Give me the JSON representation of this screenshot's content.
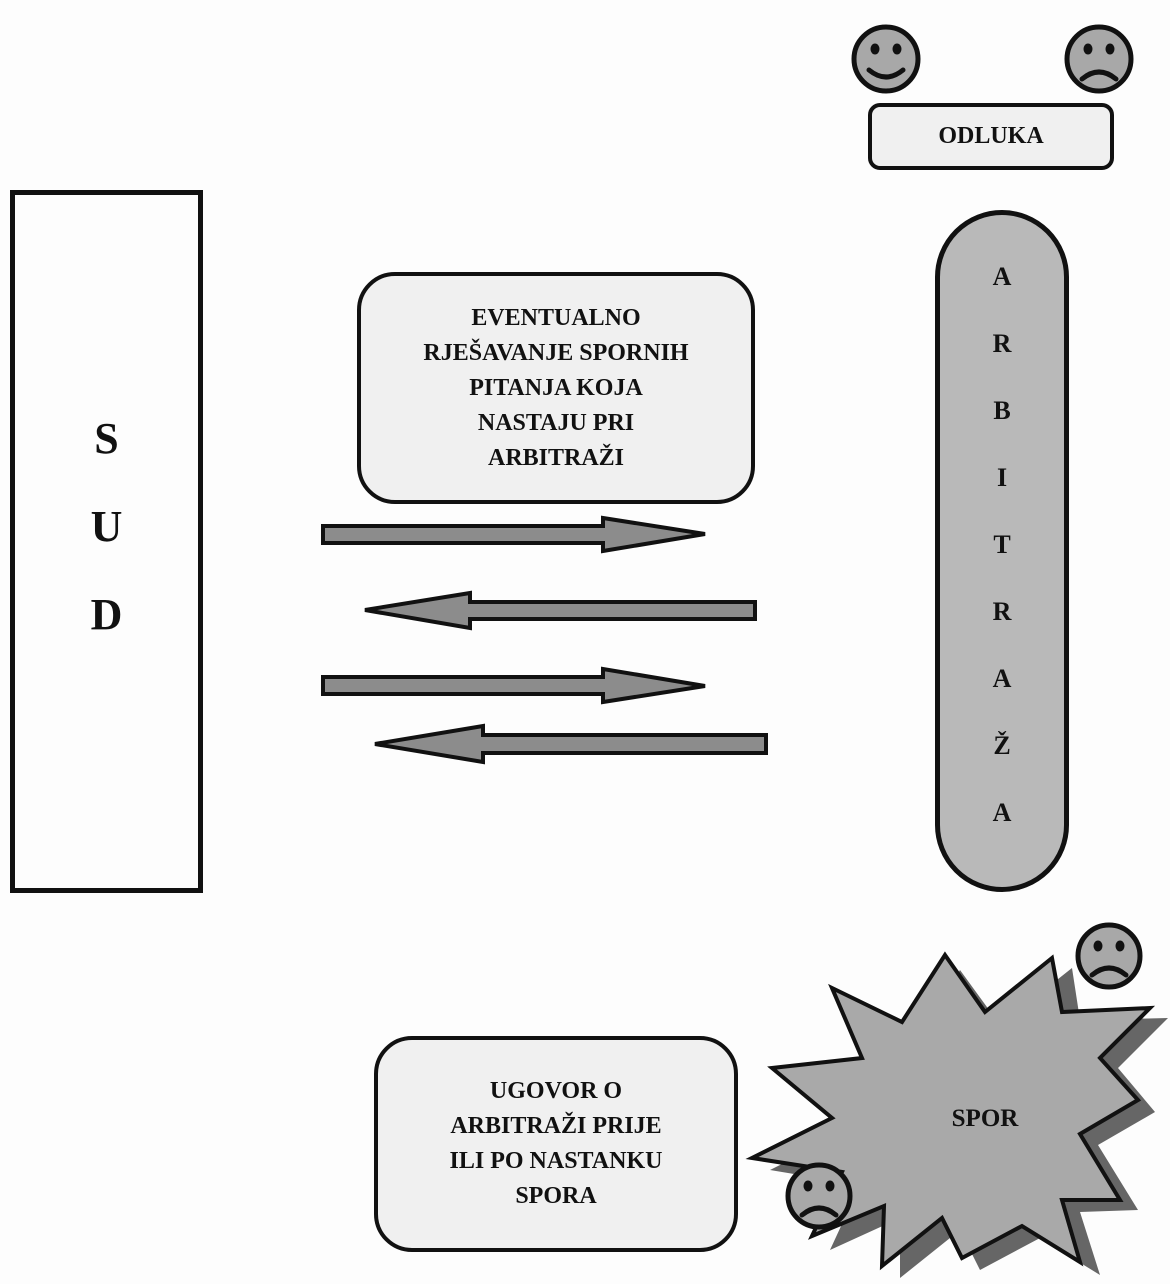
{
  "sud": {
    "letters": [
      "S",
      "U",
      "D"
    ]
  },
  "eventualno_box": {
    "lines": [
      "EVENTUALNO",
      "RJEŠAVANJE SPORNIH",
      "PITANJA KOJA",
      "NASTAJU PRI",
      "ARBITRAŽI"
    ]
  },
  "odluka_box": {
    "label": "ODLUKA"
  },
  "arbitraza": {
    "letters": [
      "A",
      "R",
      "B",
      "I",
      "T",
      "R",
      "A",
      "Ž",
      "A"
    ]
  },
  "ugovor_box": {
    "lines": [
      "UGOVOR O",
      "ARBITRAŽI PRIJE",
      "ILI PO NASTANKU",
      "SPORA"
    ]
  },
  "spor": {
    "label": "SPOR"
  },
  "arrows": [
    {
      "direction": "right"
    },
    {
      "direction": "left"
    },
    {
      "direction": "right"
    },
    {
      "direction": "left"
    }
  ],
  "faces": [
    {
      "mood": "happy"
    },
    {
      "mood": "sad"
    },
    {
      "mood": "sad"
    },
    {
      "mood": "sad"
    }
  ],
  "colors": {
    "box_fill": "#f0f0f0",
    "pill_fill": "#b9b9b9",
    "arrow_fill": "#8c8c8c",
    "face_fill": "#a8a8a8",
    "burst_fill": "#a9a9a9",
    "burst_shadow": "#666666",
    "stroke": "#111111"
  }
}
